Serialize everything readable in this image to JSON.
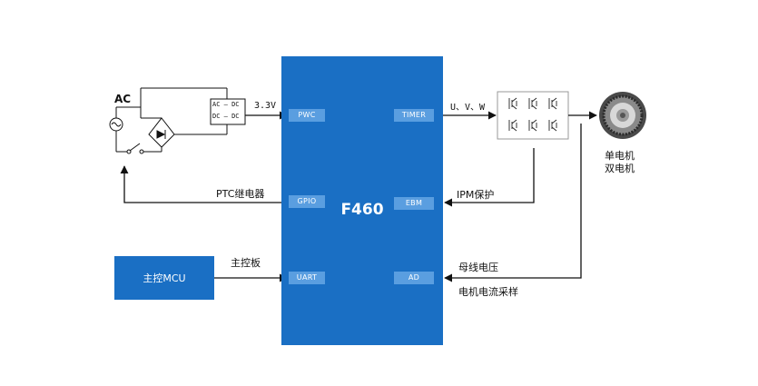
{
  "chip": {
    "title": "F460",
    "ports": {
      "pwc": "PWC",
      "timer": "TIMER",
      "gpio": "GPIO",
      "ebm": "EBM",
      "uart": "UART",
      "ad": "AD"
    }
  },
  "power": {
    "ac_label": "AC",
    "converter_line1": "AC — DC",
    "converter_line2": "DC — DC",
    "voltage": "3.3V"
  },
  "signals": {
    "uvw": "U、V、W",
    "ptc": "PTC继电器",
    "ipm": "IPM保护",
    "master_board": "主控板",
    "bus_voltage": "母线电压",
    "motor_current": "电机电流采样"
  },
  "motor": {
    "line1": "单电机",
    "line2": "双电机"
  },
  "mcu": {
    "label": "主控MCU"
  },
  "colors": {
    "chip_blue": "#1a6fc4",
    "port_blue": "#5a9ee0",
    "line": "#111111"
  }
}
